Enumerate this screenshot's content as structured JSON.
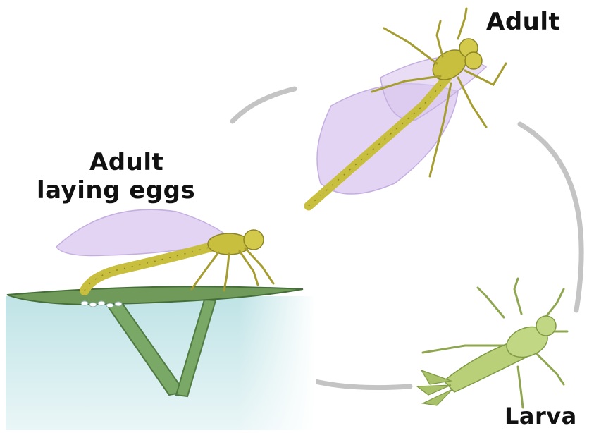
{
  "labels": {
    "adult": "Adult",
    "laying_line1": "Adult",
    "laying_line2": "laying eggs",
    "larva": "Larva"
  },
  "colors": {
    "arrow": "#c4c4c4",
    "water": "#cfe9ec",
    "leaf": "#6f9a5a",
    "body": "#c9bf3e",
    "wing": "#d9c6ef",
    "larva": "#b9cf78"
  }
}
